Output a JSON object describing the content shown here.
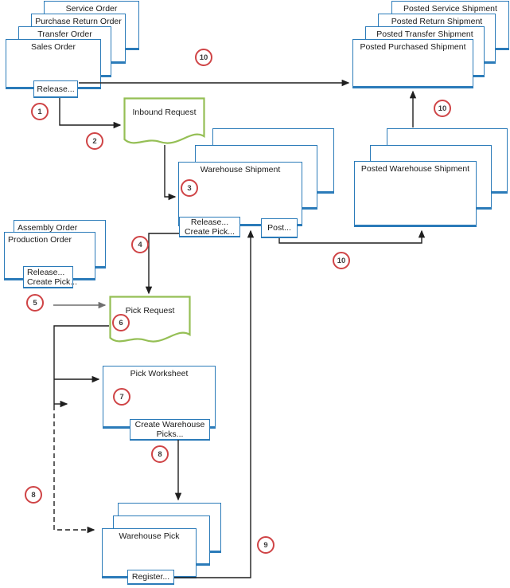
{
  "nodes": {
    "service_order": "Service Order",
    "purchase_return_order": "Purchase Return Order",
    "transfer_order": "Transfer Order",
    "sales_order": "Sales Order",
    "sales_release": "Release...",
    "posted_service_shipment": "Posted Service Shipment",
    "posted_return_shipment": "Posted Return Shipment",
    "posted_transfer_shipment": "Posted Transfer Shipment",
    "posted_purchased_shipment": "Posted Purchased Shipment",
    "inbound_request": "Inbound Request",
    "warehouse_shipment": "Warehouse Shipment",
    "ws_release": "Release...",
    "ws_create_pick": "Create Pick...",
    "ws_post": "Post...",
    "posted_warehouse_shipment": "Posted Warehouse Shipment",
    "assembly_order": "Assembly Order",
    "production_order": "Production Order",
    "po_release": "Release...",
    "po_create_pick": "Create Pick...",
    "pick_request": "Pick Request",
    "pick_worksheet": "Pick Worksheet",
    "create_wh_picks_1": "Create Warehouse",
    "create_wh_picks_2": "Picks...",
    "warehouse_pick": "Warehouse Pick",
    "register": "Register..."
  },
  "steps": {
    "c1": "1",
    "c2": "2",
    "c3": "3",
    "c4": "4",
    "c5": "5",
    "c6": "6",
    "c7": "7",
    "c8a": "8",
    "c8b": "8",
    "c9": "9",
    "c10a": "10",
    "c10b": "10",
    "c10c": "10"
  },
  "colors": {
    "box_border": "#2b7bb9",
    "doc_border": "#95bf55",
    "step_ring": "#cf4446",
    "line_color": "#1f1f1f",
    "gray_line": "#6f6f6f"
  }
}
